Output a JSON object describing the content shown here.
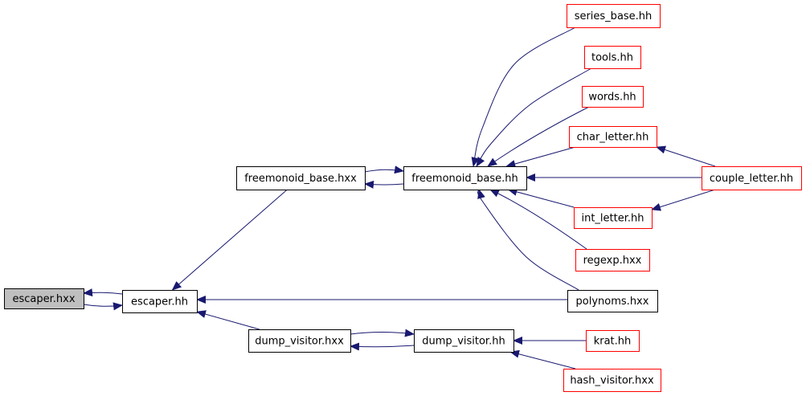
{
  "colors": {
    "edge": "#191970",
    "border_red": "#ff0000",
    "border_black": "#000000",
    "highlight_fill": "#bfbfbf",
    "node_fill": "#ffffff"
  },
  "nodes": [
    {
      "id": "escaper_hxx",
      "label": "escaper.hxx",
      "style": "highlight"
    },
    {
      "id": "escaper_hh",
      "label": "escaper.hh",
      "style": "black"
    },
    {
      "id": "freemonoid_base_hxx",
      "label": "freemonoid_base.hxx",
      "style": "black"
    },
    {
      "id": "freemonoid_base_hh",
      "label": "freemonoid_base.hh",
      "style": "black"
    },
    {
      "id": "dump_visitor_hxx",
      "label": "dump_visitor.hxx",
      "style": "black"
    },
    {
      "id": "dump_visitor_hh",
      "label": "dump_visitor.hh",
      "style": "black"
    },
    {
      "id": "series_base_hh",
      "label": "series_base.hh",
      "style": "red"
    },
    {
      "id": "tools_hh",
      "label": "tools.hh",
      "style": "red"
    },
    {
      "id": "words_hh",
      "label": "words.hh",
      "style": "red"
    },
    {
      "id": "char_letter_hh",
      "label": "char_letter.hh",
      "style": "red"
    },
    {
      "id": "couple_letter_hh",
      "label": "couple_letter.hh",
      "style": "red"
    },
    {
      "id": "int_letter_hh",
      "label": "int_letter.hh",
      "style": "red"
    },
    {
      "id": "regexp_hxx",
      "label": "regexp.hxx",
      "style": "red"
    },
    {
      "id": "polynoms_hxx",
      "label": "polynoms.hxx",
      "style": "black"
    },
    {
      "id": "krat_hh",
      "label": "krat.hh",
      "style": "red"
    },
    {
      "id": "hash_visitor_hxx",
      "label": "hash_visitor.hxx",
      "style": "red"
    }
  ],
  "edges": [
    {
      "from": "escaper_hh",
      "to": "escaper_hxx"
    },
    {
      "from": "escaper_hxx",
      "to": "escaper_hh"
    },
    {
      "from": "freemonoid_base_hxx",
      "to": "escaper_hh"
    },
    {
      "from": "dump_visitor_hxx",
      "to": "escaper_hh"
    },
    {
      "from": "polynoms_hxx",
      "to": "escaper_hh"
    },
    {
      "from": "freemonoid_base_hh",
      "to": "freemonoid_base_hxx"
    },
    {
      "from": "freemonoid_base_hxx",
      "to": "freemonoid_base_hh"
    },
    {
      "from": "series_base_hh",
      "to": "freemonoid_base_hh"
    },
    {
      "from": "tools_hh",
      "to": "freemonoid_base_hh"
    },
    {
      "from": "words_hh",
      "to": "freemonoid_base_hh"
    },
    {
      "from": "char_letter_hh",
      "to": "freemonoid_base_hh"
    },
    {
      "from": "couple_letter_hh",
      "to": "freemonoid_base_hh"
    },
    {
      "from": "int_letter_hh",
      "to": "freemonoid_base_hh"
    },
    {
      "from": "regexp_hxx",
      "to": "freemonoid_base_hh"
    },
    {
      "from": "polynoms_hxx",
      "to": "freemonoid_base_hh"
    },
    {
      "from": "couple_letter_hh",
      "to": "char_letter_hh"
    },
    {
      "from": "couple_letter_hh",
      "to": "int_letter_hh"
    },
    {
      "from": "dump_visitor_hh",
      "to": "dump_visitor_hxx"
    },
    {
      "from": "dump_visitor_hxx",
      "to": "dump_visitor_hh"
    },
    {
      "from": "krat_hh",
      "to": "dump_visitor_hh"
    },
    {
      "from": "hash_visitor_hxx",
      "to": "dump_visitor_hh"
    }
  ]
}
